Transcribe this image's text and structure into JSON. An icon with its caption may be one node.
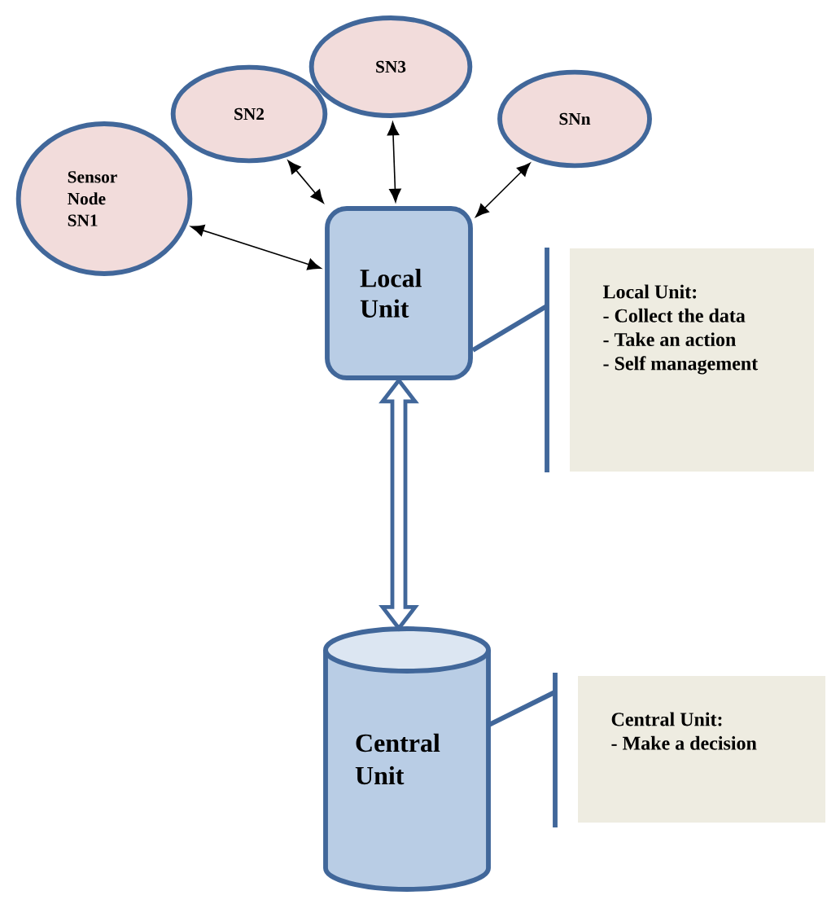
{
  "diagram": {
    "nodes": [
      {
        "text": [
          "Sensor Node SN1"
        ]
      },
      {
        "text": [
          "SN2"
        ]
      },
      {
        "text": [
          "SN3"
        ]
      },
      {
        "text": [
          "SNn"
        ]
      },
      {
        "text": [
          "Local Unit"
        ]
      },
      {
        "text": [
          "Local Unit:",
          "- Collect the data",
          "- Take an action",
          "- Self management"
        ]
      },
      {
        "text": [
          "Central Unit"
        ]
      },
      {
        "text": [
          "Central Unit:",
          "- Make a decision"
        ]
      }
    ],
    "edges": [
      {
        "from": 0,
        "to": 4,
        "arrow": "both"
      },
      {
        "from": 1,
        "to": 4,
        "arrow": "both"
      },
      {
        "from": 2,
        "to": 4,
        "arrow": "both"
      },
      {
        "from": 3,
        "to": 4,
        "arrow": "both"
      },
      {
        "from": 4,
        "to": 6,
        "arrow": "both",
        "style": "thick",
        "color": "#41679a"
      },
      {
        "from": 4,
        "to": 5,
        "arrow": "none",
        "style": "thick",
        "color": "#41679a"
      },
      {
        "from": 6,
        "to": 7,
        "arrow": "none",
        "style": "thick",
        "color": "#41679a"
      }
    ]
  }
}
